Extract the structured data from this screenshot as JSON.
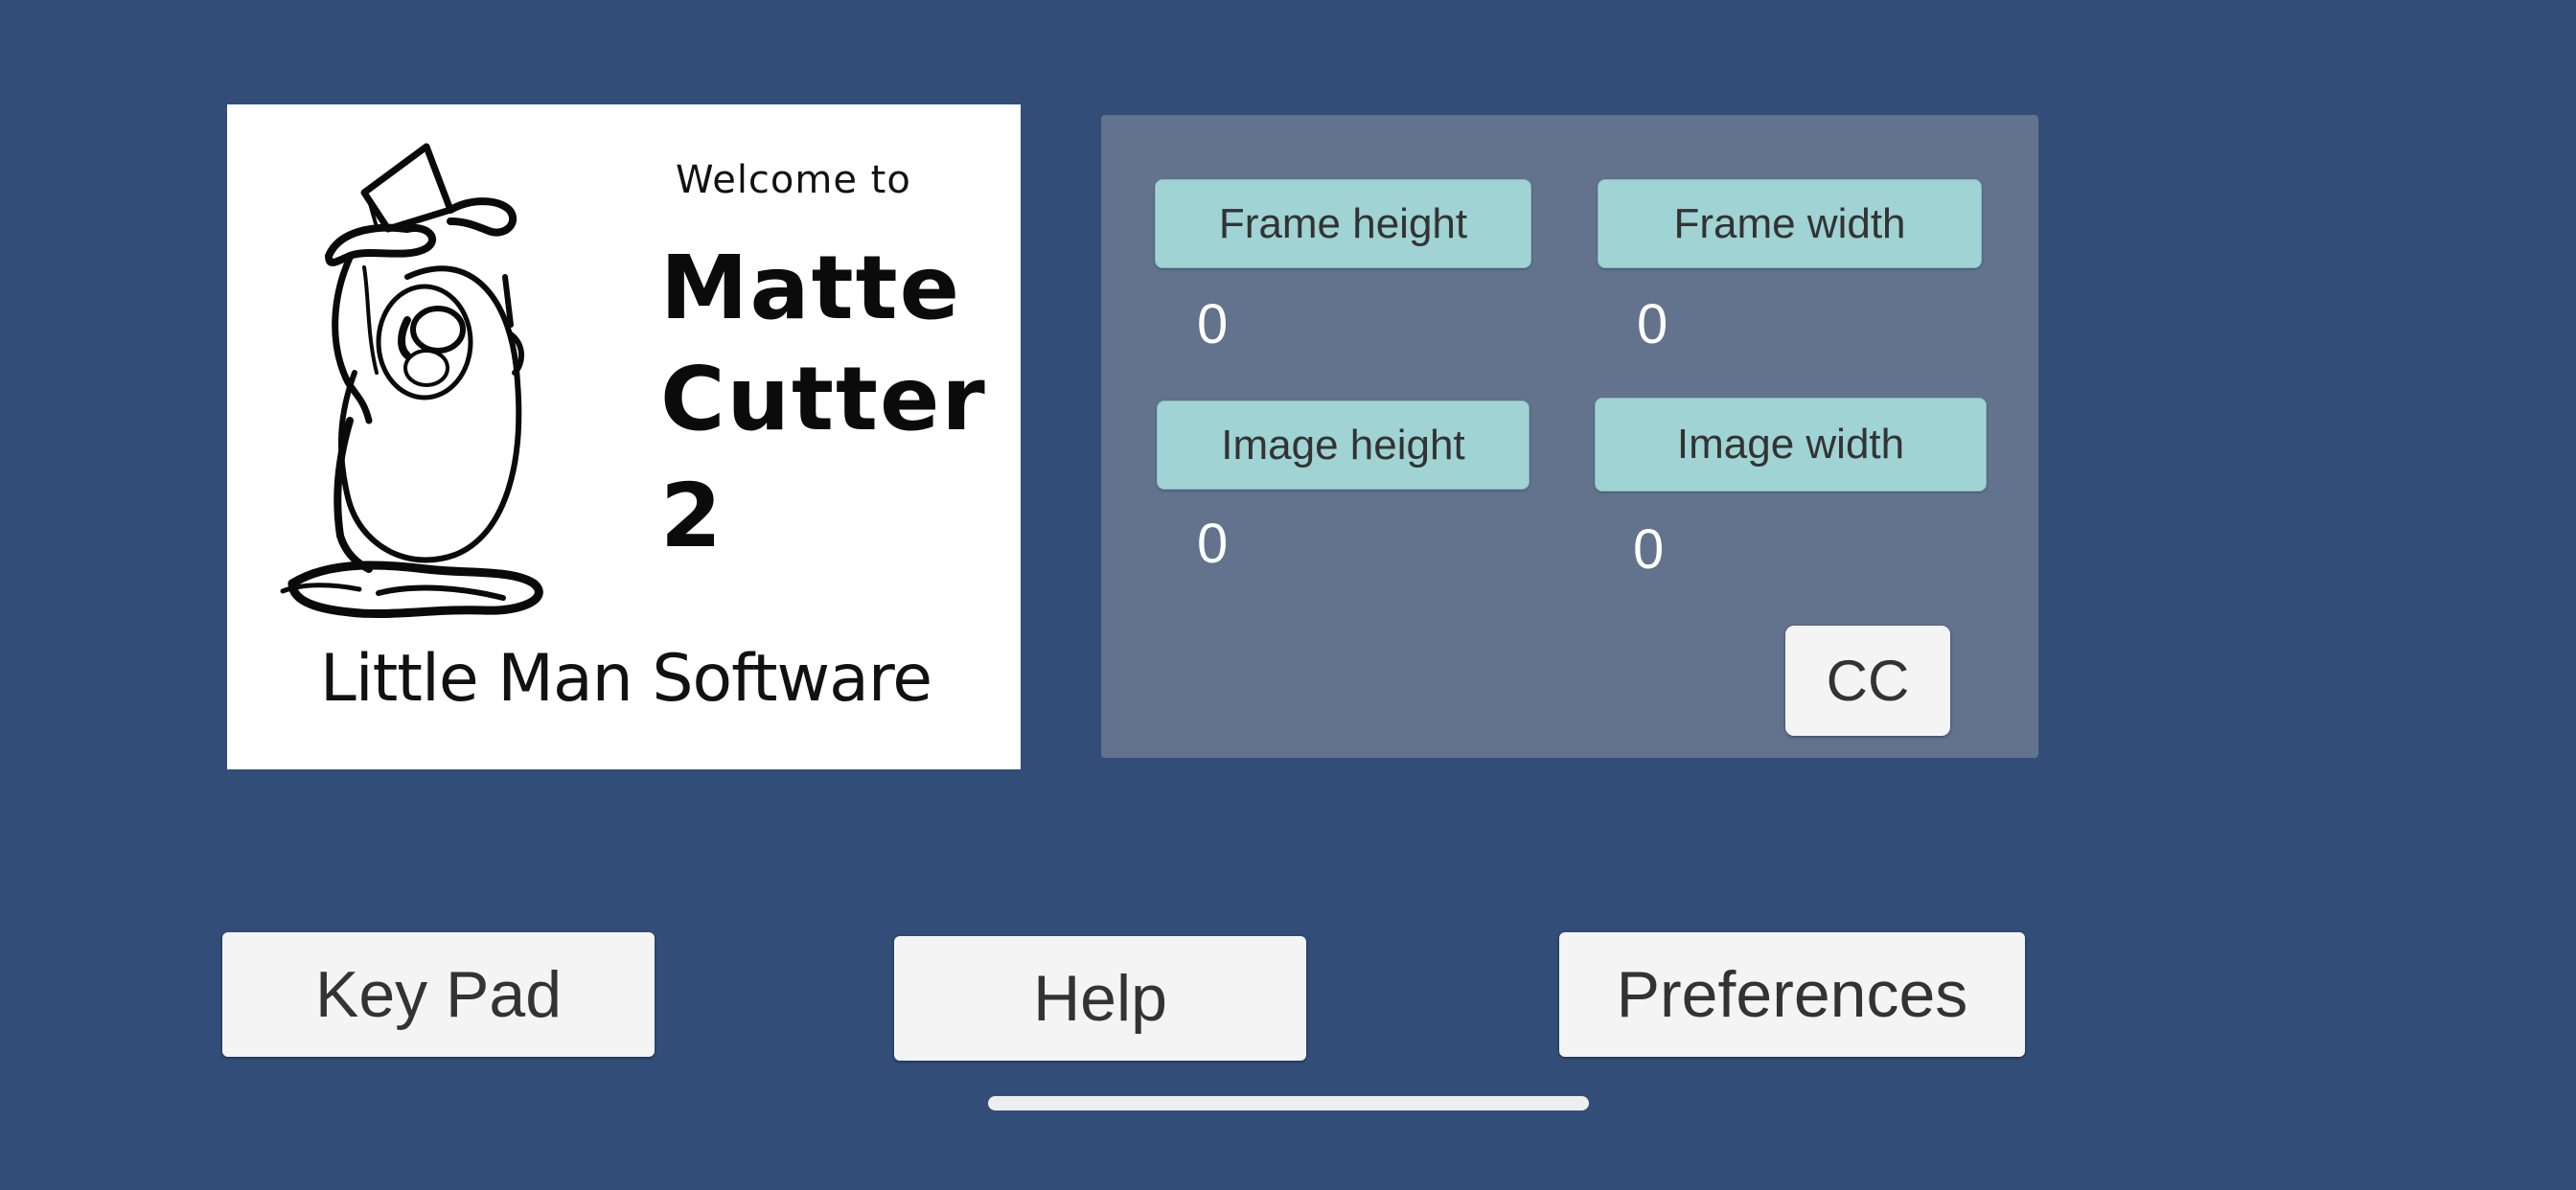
{
  "logo": {
    "welcome": "Welcome to",
    "title_lines": [
      "Matte",
      "Cutter",
      "2"
    ],
    "company": "Little Man Software",
    "mascot": "top-hat-mascot-drawing"
  },
  "panel": {
    "frame_height": {
      "label": "Frame height",
      "value": "0"
    },
    "frame_width": {
      "label": "Frame width",
      "value": "0"
    },
    "image_height": {
      "label": "Image height",
      "value": "0"
    },
    "image_width": {
      "label": "Image width",
      "value": "0"
    },
    "cc_label": "CC"
  },
  "bottom": {
    "keypad_label": "Key Pad",
    "help_label": "Help",
    "preferences_label": "Preferences"
  },
  "colors": {
    "background": "#324E78",
    "panel": "#63728D",
    "dimension_button": "#A0D3D3",
    "button": "#F4F4F4",
    "button_text": "#333333",
    "value_text": "#FFFFFF"
  }
}
